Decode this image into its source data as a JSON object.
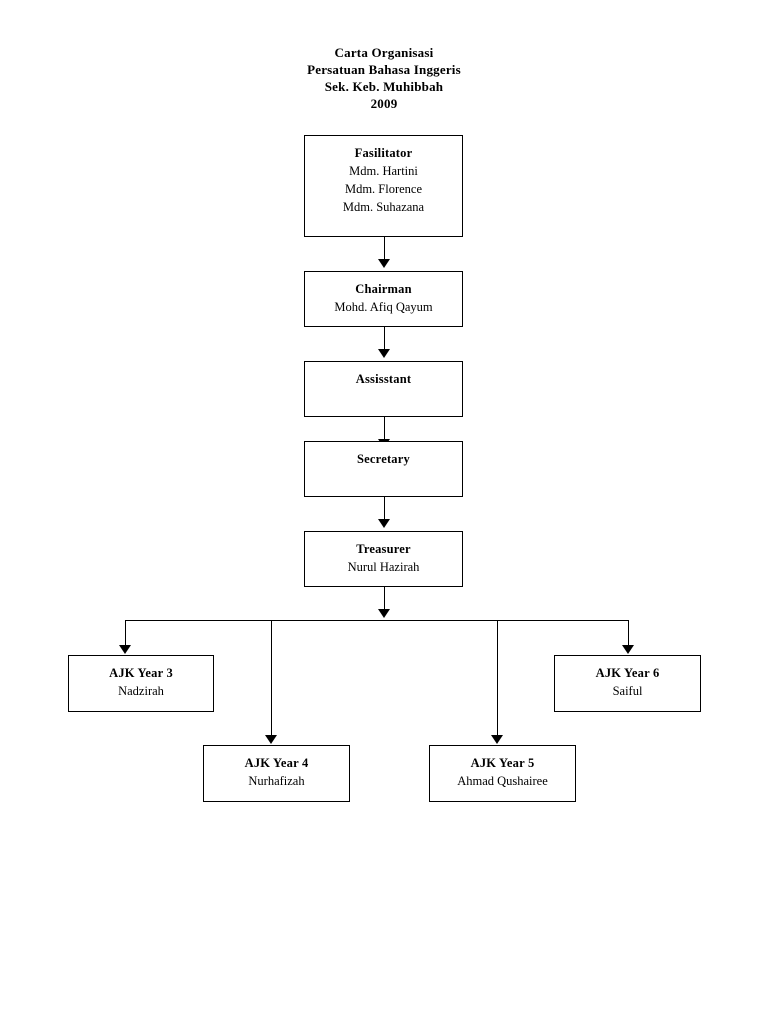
{
  "document": {
    "title_lines": [
      "Carta Organisasi",
      "Persatuan Bahasa Inggeris",
      "Sek. Keb. Muhibbah",
      "2009"
    ]
  },
  "chart_data": {
    "type": "diagram",
    "diagram_kind": "organization-chart",
    "title": "Carta Organisasi Persatuan Bahasa Inggeris Sek. Keb. Muhibbah 2009",
    "orientation": "top-down",
    "nodes": [
      {
        "id": "fasilitator",
        "title": "Fasilitator",
        "members": [
          "Mdm. Hartini",
          "Mdm. Florence",
          "Mdm. Suhazana"
        ],
        "level": 0
      },
      {
        "id": "chairman",
        "title": "Chairman",
        "members": [
          "Mohd. Afiq Qayum"
        ],
        "level": 1
      },
      {
        "id": "assisstant",
        "title": "Assisstant",
        "members": [],
        "level": 2
      },
      {
        "id": "secretary",
        "title": "Secretary",
        "members": [],
        "level": 3
      },
      {
        "id": "treasurer",
        "title": "Treasurer",
        "members": [
          "Nurul Hazirah"
        ],
        "level": 4
      },
      {
        "id": "ajk-year-3",
        "title": "AJK Year 3",
        "members": [
          "Nadzirah"
        ],
        "level": 5
      },
      {
        "id": "ajk-year-4",
        "title": "AJK Year 4",
        "members": [
          "Nurhafizah"
        ],
        "level": 5
      },
      {
        "id": "ajk-year-5",
        "title": "AJK Year 5",
        "members": [
          "Ahmad Qushairee"
        ],
        "level": 5
      },
      {
        "id": "ajk-year-6",
        "title": "AJK Year 6",
        "members": [
          "Saiful"
        ],
        "level": 5
      }
    ],
    "edges": [
      {
        "from": "fasilitator",
        "to": "chairman",
        "style": "arrow"
      },
      {
        "from": "chairman",
        "to": "assisstant",
        "style": "arrow"
      },
      {
        "from": "assisstant",
        "to": "secretary",
        "style": "arrow"
      },
      {
        "from": "secretary",
        "to": "treasurer",
        "style": "arrow"
      },
      {
        "from": "treasurer",
        "to": "ajk-year-3",
        "style": "arrow-via-bus"
      },
      {
        "from": "treasurer",
        "to": "ajk-year-4",
        "style": "arrow-via-bus"
      },
      {
        "from": "treasurer",
        "to": "ajk-year-5",
        "style": "arrow-via-bus"
      },
      {
        "from": "treasurer",
        "to": "ajk-year-6",
        "style": "arrow-via-bus"
      }
    ],
    "colors": {
      "background": "#ffffff",
      "box_border": "#000000",
      "text": "#000000",
      "connector": "#000000"
    }
  }
}
